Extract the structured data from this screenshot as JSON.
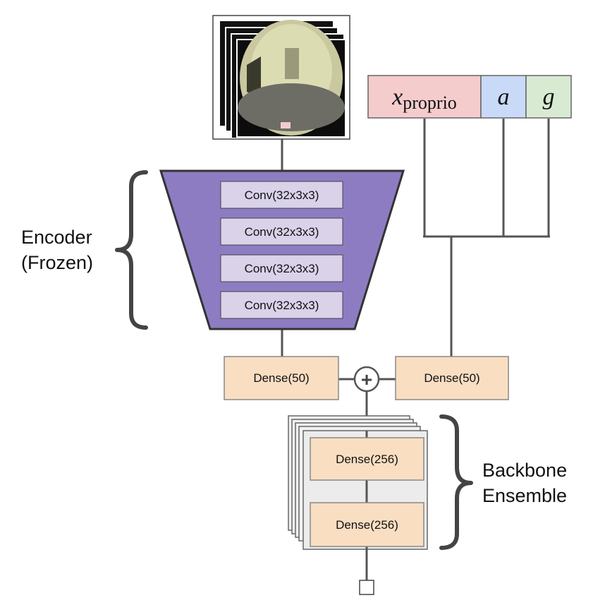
{
  "encoder": {
    "label_line1": "Encoder",
    "label_line2": "(Frozen)",
    "layers": [
      "Conv(32x3x3)",
      "Conv(32x3x3)",
      "Conv(32x3x3)",
      "Conv(32x3x3)"
    ]
  },
  "inputs": {
    "proprio_symbol": "x",
    "proprio_subscript": "proprio",
    "action_symbol": "a",
    "goal_symbol": "g"
  },
  "dense_left": "Dense(50)",
  "dense_right": "Dense(50)",
  "merge_symbol": "+",
  "backbone": {
    "label_line1": "Backbone",
    "label_line2": "Ensemble",
    "layers": [
      "Dense(256)",
      "Dense(256)"
    ]
  },
  "colors": {
    "encoder_fill": "#8e7cc3",
    "conv_fill": "#d9d2e9",
    "dense_fill": "#f9dec2",
    "proprio_fill": "#f4cccc",
    "action_fill": "#c9daf8",
    "goal_fill": "#d9ead3",
    "line": "#555555"
  }
}
